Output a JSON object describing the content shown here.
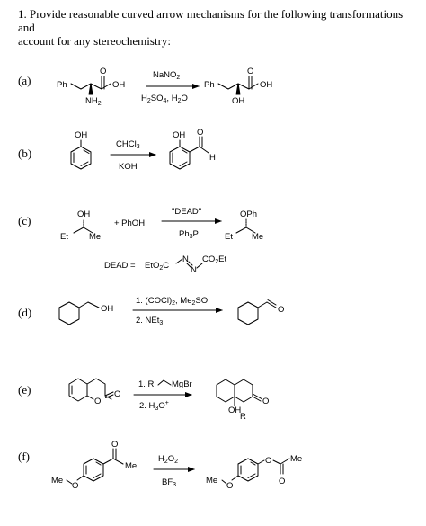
{
  "header": {
    "line1": "1. Provide reasonable curved arrow mechanisms for the following transformations and",
    "line2": "account for any stereochemistry:"
  },
  "problems": [
    {
      "label": "(a)",
      "sm": {
        "ph": "Ph",
        "oh": "OH",
        "o": "O",
        "nh2": "NH",
        "nh2_sub": "2"
      },
      "reagent_top": {
        "main": "NaNO",
        "sub": "2"
      },
      "reagent_bottom": {
        "a": "H",
        "a_sub": "2",
        "b": "SO",
        "b_sub": "4",
        "c": ", H",
        "c_sub": "2",
        "d": "O"
      },
      "product": {
        "ph": "Ph",
        "oh": "OH",
        "o": "O",
        "oh2": "OH"
      }
    },
    {
      "label": "(b)",
      "sm": {
        "oh": "OH"
      },
      "reagent_top": {
        "main": "CHCl",
        "sub": "3"
      },
      "reagent_bottom": {
        "main": "KOH"
      },
      "product": {
        "oh": "OH",
        "o": "O",
        "h": "H"
      }
    },
    {
      "label": "(c)",
      "sm": {
        "oh": "OH",
        "et": "Et",
        "me": "Me",
        "plus": "+ PhOH"
      },
      "reagent_top": {
        "main": "\"DEAD\""
      },
      "reagent_bottom": {
        "main": "Ph",
        "sub": "3",
        "tail": "P"
      },
      "product": {
        "oph": "OPh",
        "et": "Et",
        "me": "Me"
      },
      "dead_def": {
        "lhs": "DEAD =",
        "left": "EtO",
        "left_sub": "2",
        "left_tail": "C",
        "n1": "N",
        "n2": "N",
        "right": "CO",
        "right_sub": "2",
        "right_tail": "Et"
      }
    },
    {
      "label": "(d)",
      "sm": {
        "oh": "OH"
      },
      "reagent_step1": {
        "a": "1. (COCl)",
        "a_sub": "2",
        "b": ", Me",
        "b_sub": "2",
        "c": "SO"
      },
      "reagent_step2": {
        "a": "2. NEt",
        "a_sub": "3"
      },
      "product": {
        "o": "O"
      }
    },
    {
      "label": "(e)",
      "sm": {
        "o_ring": "O",
        "o_carbonyl": "O"
      },
      "reagent_step1": {
        "a": "1. R",
        "b": "MgBr"
      },
      "reagent_step2": {
        "a": "2. H",
        "a_sub": "3",
        "b": "O",
        "b_sup": "+"
      },
      "product": {
        "oh": "OH",
        "r": "R",
        "o": "O"
      }
    },
    {
      "label": "(f)",
      "sm": {
        "me_o": "Me",
        "o_ether": "O",
        "o_carbonyl": "O",
        "me": "Me"
      },
      "reagent_top": {
        "main": "H",
        "sub": "2",
        "tail": "O",
        "sub2": "2"
      },
      "reagent_bottom": {
        "main": "BF",
        "sub": "3"
      },
      "product": {
        "me_o": "Me",
        "o_ether": "O",
        "o_ester": "O",
        "o_carbonyl": "O",
        "me": "Me"
      }
    }
  ]
}
